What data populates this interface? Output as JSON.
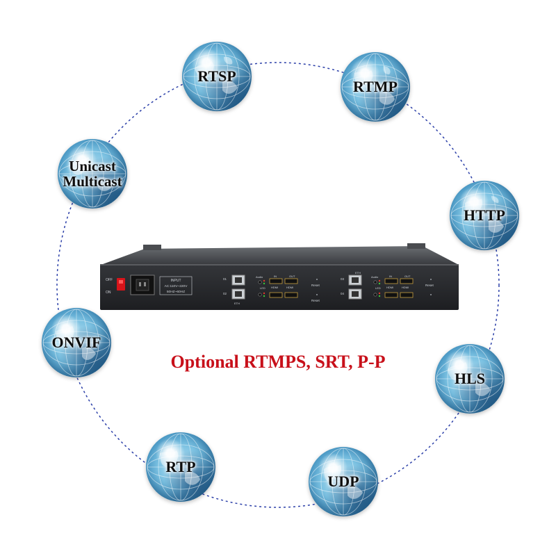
{
  "protocols": {
    "rtsp": "RTSP",
    "rtmp": "RTMP",
    "unicast": "Unicast",
    "multicast": "Multicast",
    "http": "HTTP",
    "onvif": "ONVIF",
    "hls": "HLS",
    "rtp": "RTP",
    "udp": "UDP"
  },
  "caption": "Optional RTMPS, SRT, P-P",
  "device": {
    "power_off": "OFF",
    "power_on": "ON",
    "input_title": "INPUT",
    "input_voltage": "AC:110V~220V",
    "input_freq": "50HZ~60HZ",
    "port_01": "01",
    "port_02": "02",
    "port_03": "03",
    "port_04": "04",
    "eth": "ETH",
    "audio": "Audio",
    "led": "LED",
    "hdmi": "HDMI",
    "in": "IN",
    "out": "OUT",
    "reset": "Reset"
  },
  "colors": {
    "ring": "#2b3fa8",
    "caption": "#c8101a",
    "chassis": "#2a2c30"
  }
}
